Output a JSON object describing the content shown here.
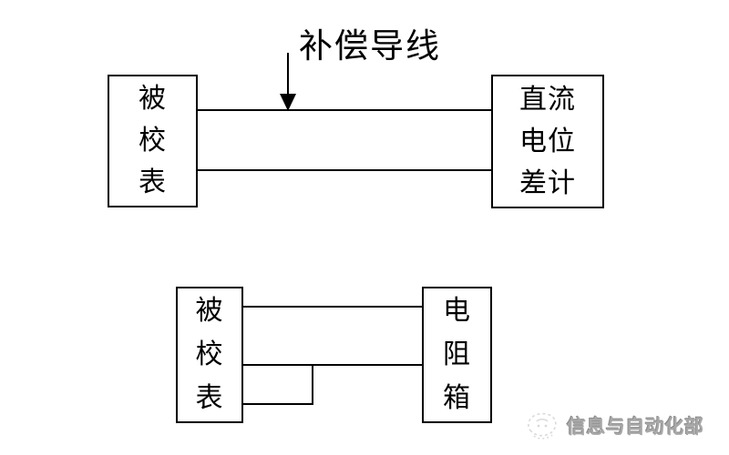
{
  "colors": {
    "line": "#000000",
    "text": "#000000",
    "watermark_text": "#a8a8a8",
    "background": "#ffffff"
  },
  "top_diagram": {
    "annotation_label": "补偿导线",
    "left_box": {
      "lines": [
        "被",
        "校",
        "表"
      ]
    },
    "right_box": {
      "lines": [
        "直流",
        "电位",
        "差计"
      ]
    }
  },
  "bottom_diagram": {
    "left_box": {
      "lines": [
        "被",
        "校",
        "表"
      ]
    },
    "right_box": {
      "lines": [
        "电",
        "阻",
        "箱"
      ]
    }
  },
  "watermark": {
    "icon": "wechat-account-logo-icon",
    "text": "信息与自动化部"
  }
}
